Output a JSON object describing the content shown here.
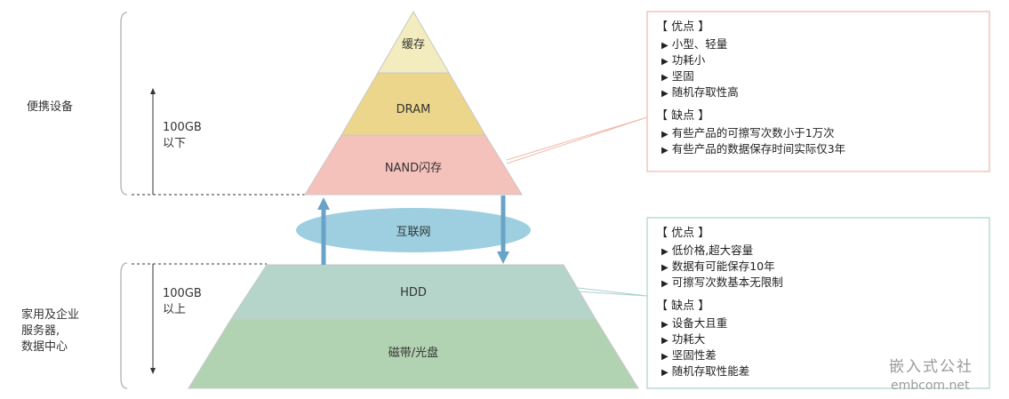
{
  "left_labels": {
    "portable": "便携设备",
    "server": [
      "家用及企业",
      "服务器,",
      "数据中心"
    ]
  },
  "capacity": {
    "below": [
      "100GB",
      "以下"
    ],
    "above": [
      "100GB",
      "以上"
    ]
  },
  "top_pyramid": {
    "levels": [
      "缓存",
      "DRAM",
      "NAND闪存"
    ],
    "colors": [
      "#f3ecbe",
      "#ecd68c",
      "#f5c1bb"
    ]
  },
  "internet": {
    "label": "互联网",
    "color": "#9dcfe0"
  },
  "bottom_pyramid": {
    "levels": [
      "HDD",
      "磁带/光盘"
    ],
    "colors": [
      "#b5d5cb",
      "#b2d3b1"
    ]
  },
  "box_top": {
    "pros_title": "【 优点 】",
    "pros": [
      "小型、轻量",
      "功耗小",
      "坚固",
      "随机存取性高"
    ],
    "cons_title": "【 缺点 】",
    "cons": [
      "有些产品的可擦写次数小于1万次",
      "有些产品的数据保存时间实际仅3年"
    ],
    "border_color": "#f0b8ac"
  },
  "box_bottom": {
    "pros_title": "【 优点 】",
    "pros": [
      "低价格,超大容量",
      "数据有可能保存10年",
      "可擦写次数基本无限制"
    ],
    "cons_title": "【 缺点 】",
    "cons": [
      "设备大且重",
      "功耗大",
      "坚固性差",
      "随机存取性能差"
    ],
    "border_color": "#a8d1cc"
  },
  "watermark": {
    "cn": "嵌入式公社",
    "url": "embcom.net"
  }
}
